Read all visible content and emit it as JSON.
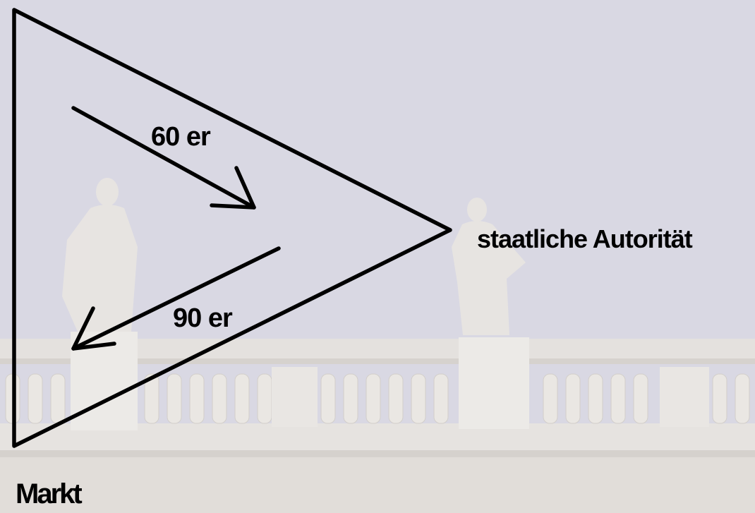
{
  "diagram": {
    "labels": {
      "arrow_top": "60 er",
      "arrow_bottom": "90 er",
      "vertex_right": "staatliche Autorität",
      "vertex_bottom": "Markt"
    },
    "colors": {
      "sky": "#d9d8e3",
      "stone": "#e4e1dc",
      "ink": "#000000"
    }
  }
}
